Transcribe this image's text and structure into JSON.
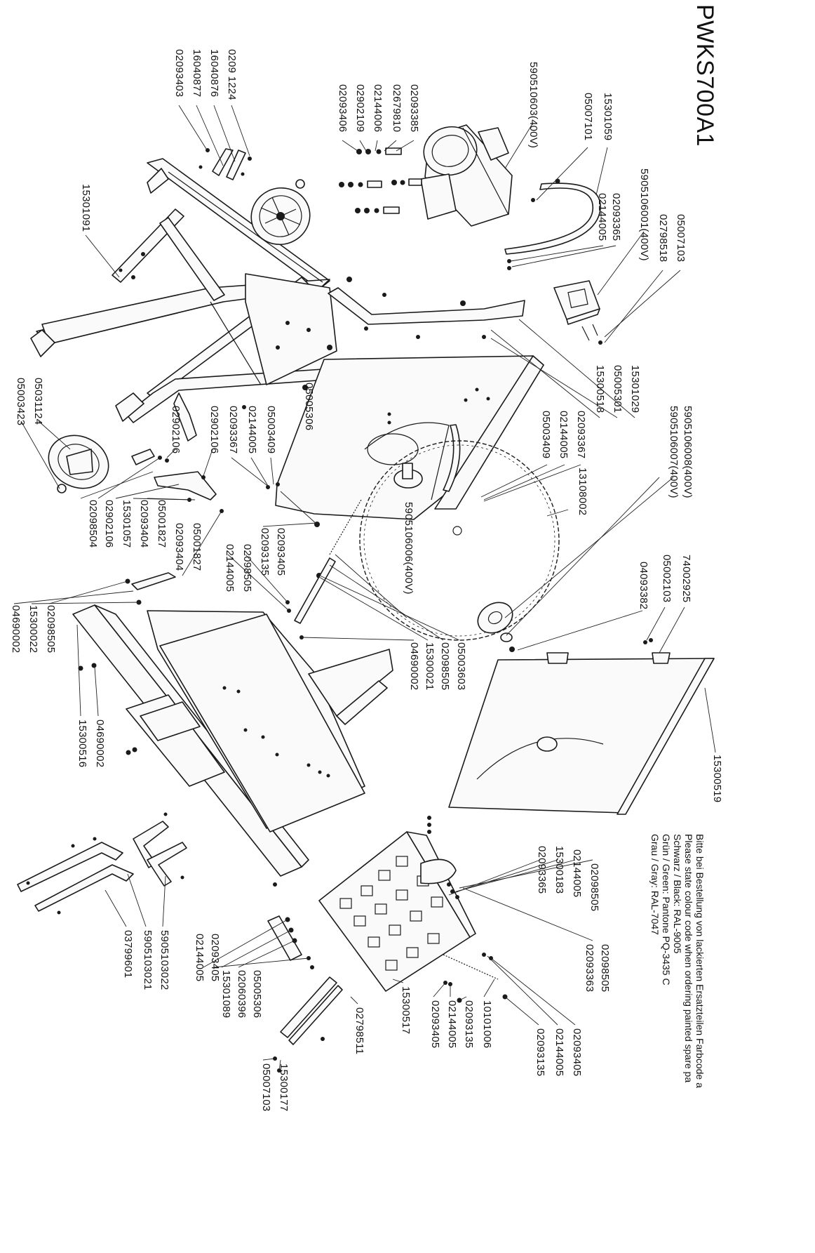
{
  "diagram_data": {
    "title": "PWKS700A1",
    "colour_note": [
      "Bitte bei Bestellung von lackierten Ersatzteilen Farbcode a",
      "Please state colour code when ordering painted spare pa",
      "Schwarz / Black: RAL-9005",
      "Grün / Green:    Pantone PQ-3435 C",
      "Grau / Gray:     RAL-7047"
    ],
    "parts": [
      "0209 1224",
      "16040876",
      "16040877",
      "02093403",
      "590510603(400V)",
      "02093385",
      "02679810",
      "02144006",
      "02902109",
      "02093406",
      "15301059",
      "05007101",
      "5905106001(400V)",
      "05007103",
      "02798518",
      "02093365",
      "02144005",
      "15301091",
      "15301029",
      "05005301",
      "15300518",
      "02093367",
      "02144005",
      "05003409",
      "05005306",
      "05003409",
      "02144005",
      "02093367",
      "02902106",
      "02902106",
      "05001827",
      "02093404",
      "15301057",
      "02902106",
      "02098504",
      "05031124",
      "05003423",
      "5905106008(400V)",
      "5905106007(400V)",
      "13108002",
      "05001827",
      "02093404",
      "02093405",
      "02093135",
      "02098505",
      "02144005",
      "590510600​6(400V)",
      "05002103",
      "74002925",
      "04093382",
      "05003603",
      "02098505",
      "15300021",
      "04690002",
      "02098505",
      "15300022",
      "04690002",
      "15300516",
      "04690002",
      "15300519",
      "02098505",
      "02144005",
      "15300183",
      "02093365",
      "02098505",
      "02093363",
      "02093405",
      "02144005",
      "02093135",
      "10101006",
      "02093135",
      "02144005",
      "02093405",
      "15300517",
      "02798511",
      "15300177",
      "05007103",
      "02093405",
      "02144005",
      "15301089",
      "02060396",
      "05005306",
      "5905103022",
      "5905103021",
      "03799601"
    ]
  }
}
